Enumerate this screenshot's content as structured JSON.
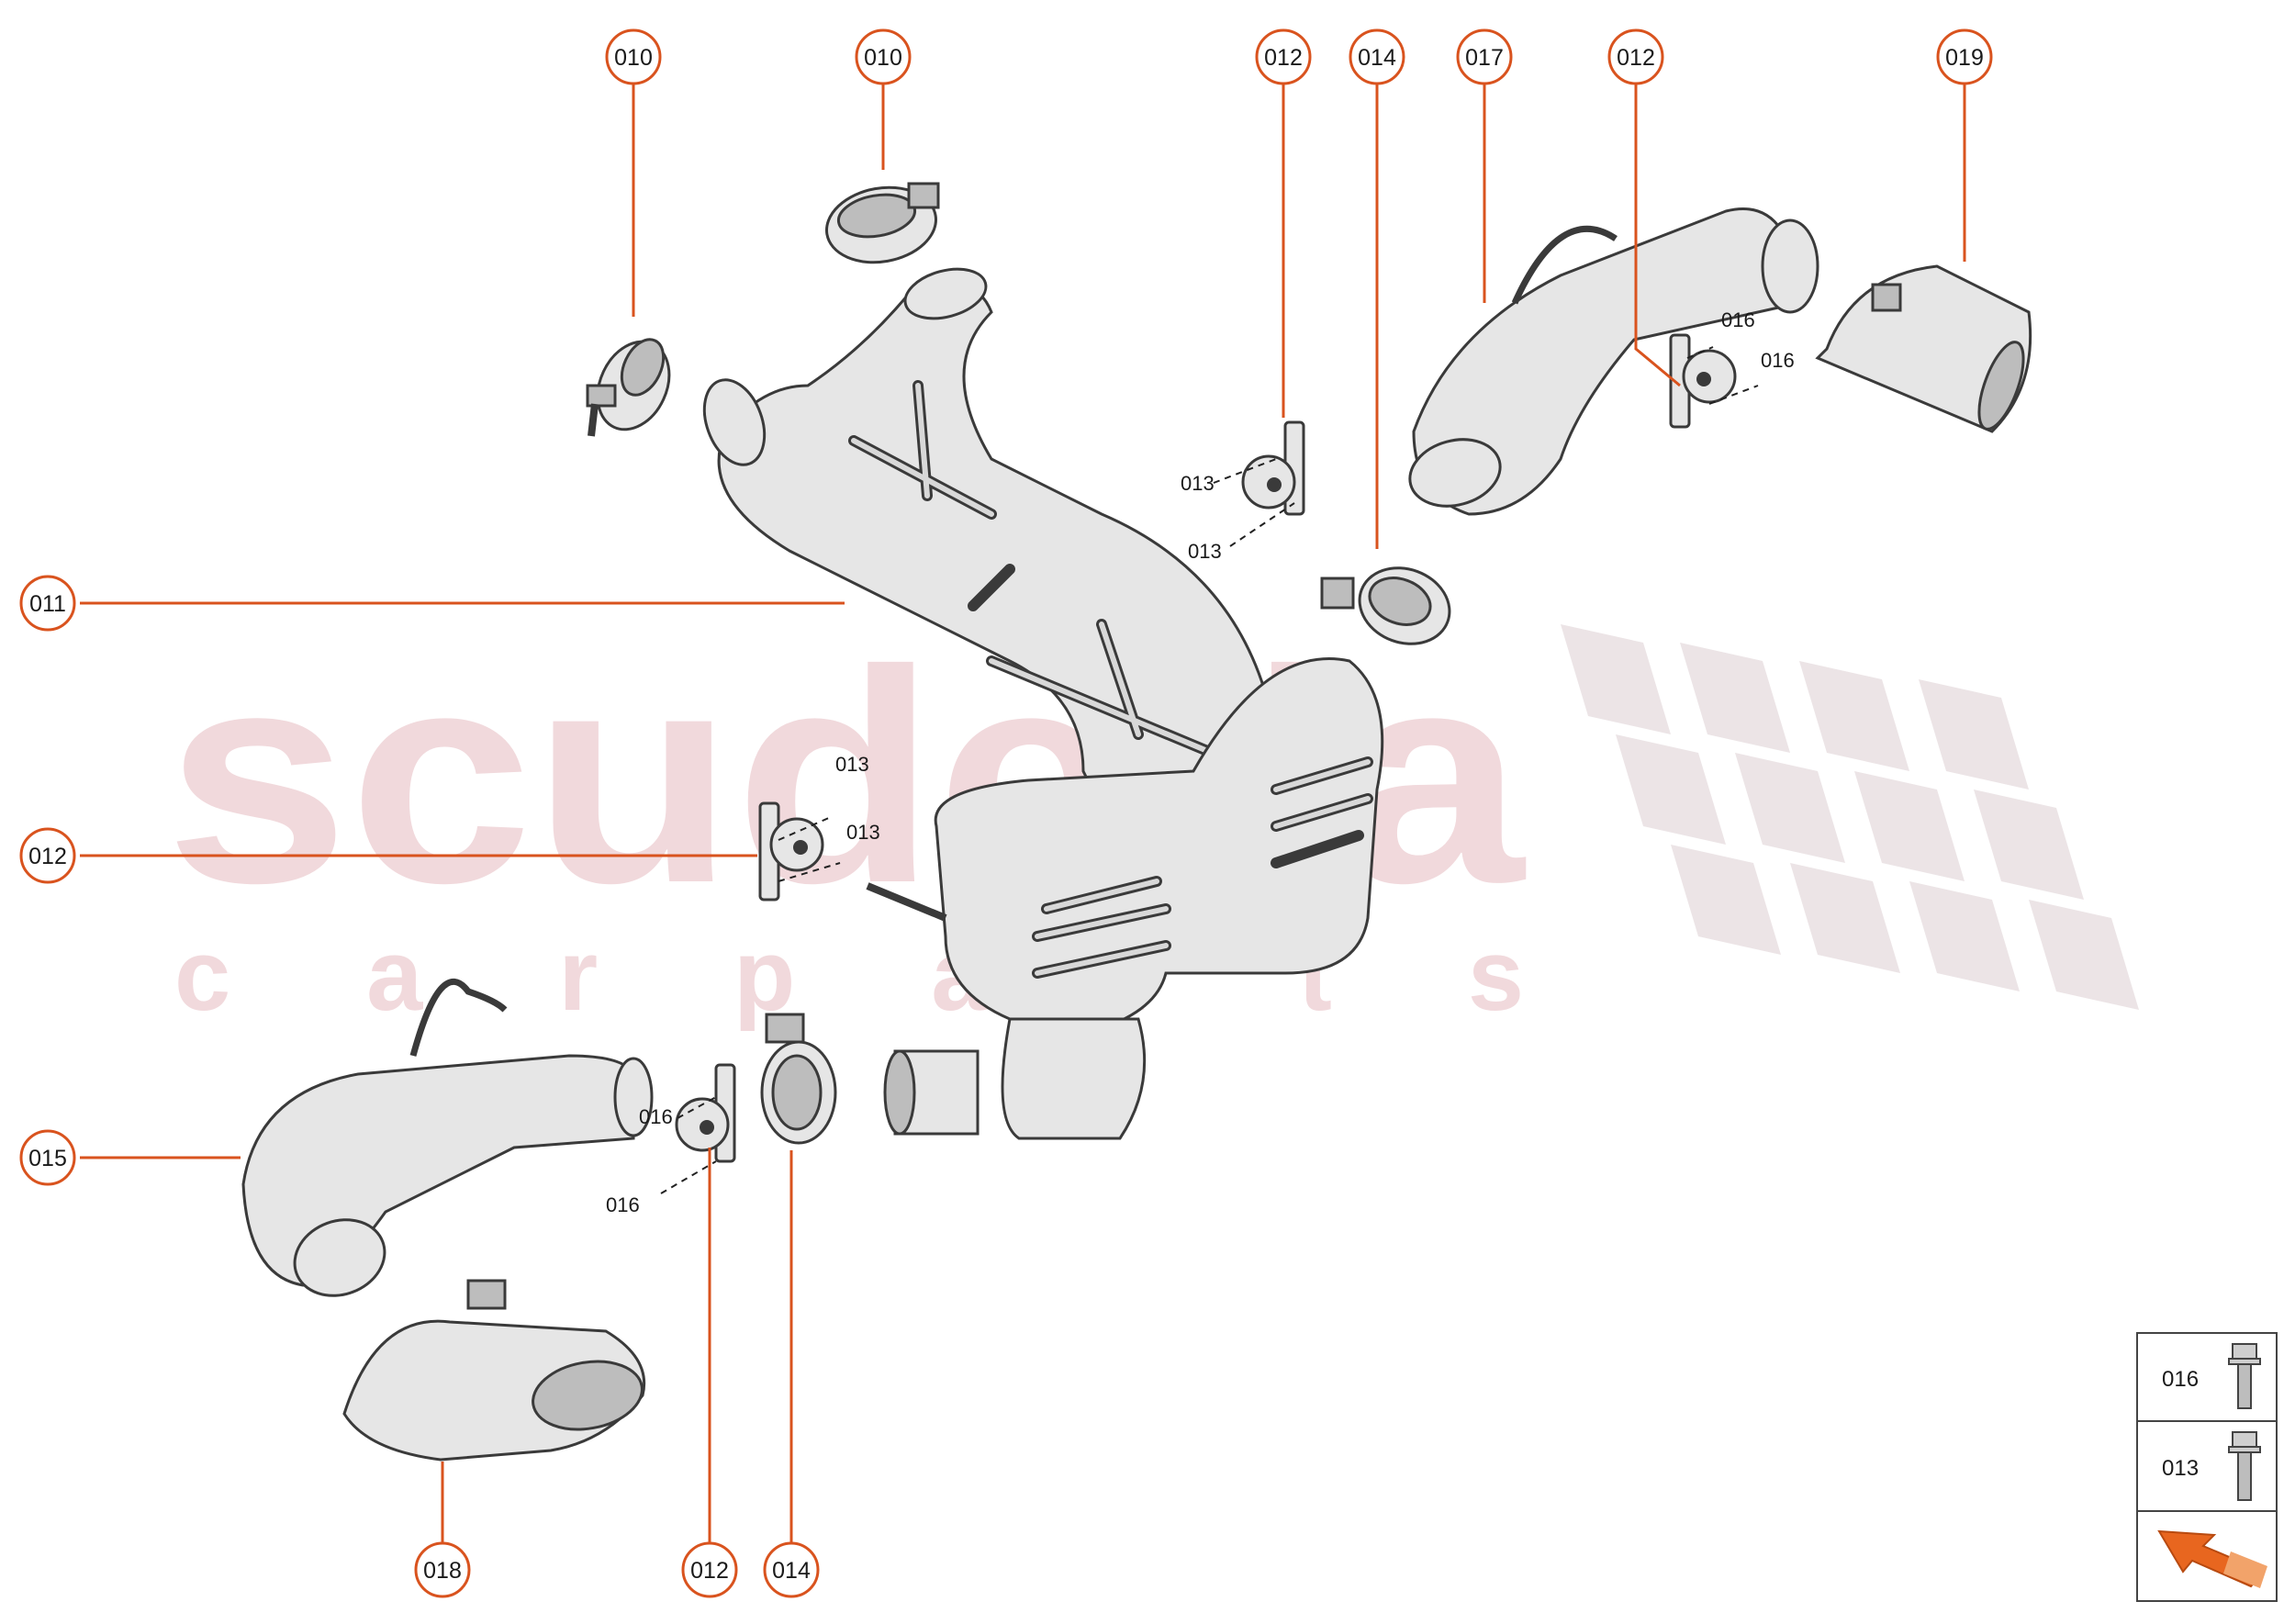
{
  "watermark": {
    "brand": "scuderia",
    "subline": "c a r p a r t s"
  },
  "callouts": [
    {
      "id": "c1",
      "label": "010"
    },
    {
      "id": "c2",
      "label": "010"
    },
    {
      "id": "c3",
      "label": "012"
    },
    {
      "id": "c4",
      "label": "014"
    },
    {
      "id": "c5",
      "label": "017"
    },
    {
      "id": "c6",
      "label": "012"
    },
    {
      "id": "c7",
      "label": "019"
    },
    {
      "id": "c8",
      "label": "011"
    },
    {
      "id": "c9",
      "label": "012"
    },
    {
      "id": "c10",
      "label": "015"
    },
    {
      "id": "c11",
      "label": "018"
    },
    {
      "id": "c12",
      "label": "012"
    },
    {
      "id": "c13",
      "label": "014"
    }
  ],
  "fastener_labels": [
    {
      "id": "f1",
      "label": "013"
    },
    {
      "id": "f2",
      "label": "013"
    },
    {
      "id": "f3",
      "label": "016"
    },
    {
      "id": "f4",
      "label": "016"
    },
    {
      "id": "f5",
      "label": "013"
    },
    {
      "id": "f6",
      "label": "013"
    },
    {
      "id": "f7",
      "label": "016"
    },
    {
      "id": "f8",
      "label": "016"
    }
  ],
  "legend": {
    "items": [
      {
        "label": "016",
        "icon": "bolt-icon"
      },
      {
        "label": "013",
        "icon": "bolt-icon"
      }
    ],
    "nav_icon": "orange-arrow-icon"
  },
  "colors": {
    "accent": "#d9531e",
    "watermark": "#f1d9dc",
    "part_fill": "#e6e6e6",
    "outline": "#3a3a3a"
  }
}
